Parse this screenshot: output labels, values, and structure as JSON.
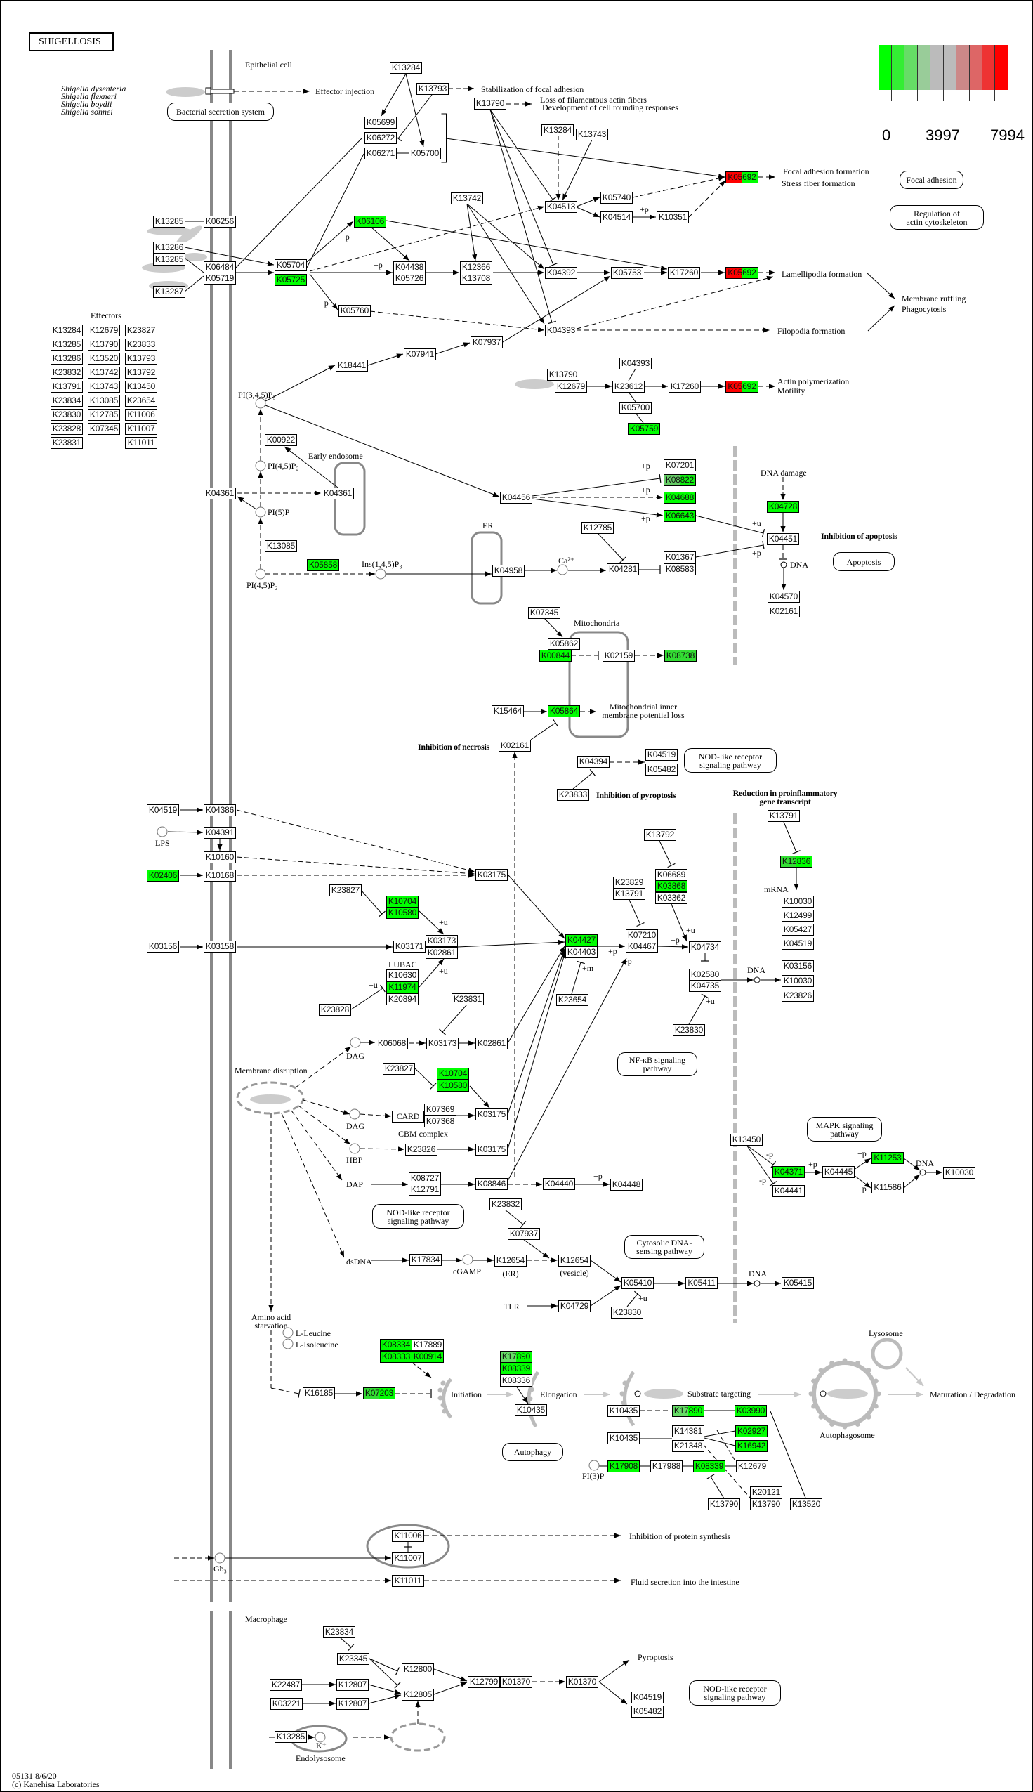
{
  "title": "SHIGELLOSIS",
  "legend": {
    "colors": [
      "#00ff00",
      "#33ee33",
      "#66dd66",
      "#99cc99",
      "#bbbbbb",
      "#bbbbbb",
      "#cc8888",
      "#dd6666",
      "#ee3333",
      "#ff0000"
    ],
    "ticks": [
      "0",
      "3997",
      "7994"
    ]
  },
  "species": [
    "Shigella dysenteria",
    "Shigella flexneri",
    "Shigella boydii",
    "Shigella sonnei"
  ],
  "effectors": {
    "title": "Effectors",
    "columns": [
      [
        "K13284",
        "K13285",
        "K13286",
        "K23832",
        "K13791",
        "K23834",
        "K23830",
        "K23828",
        "K23831"
      ],
      [
        "K12679",
        "K13790",
        "K13520",
        "K13742",
        "K13743",
        "K13085",
        "K12785",
        "K07345"
      ],
      [
        "K23827",
        "K23833",
        "K13793",
        "K13792",
        "K13450",
        "K23654",
        "K11006",
        "K11007",
        "K11011"
      ]
    ]
  },
  "nodes": [
    {
      "label": "K13285"
    },
    {
      "label": "K06256"
    },
    {
      "label": "K13286"
    },
    {
      "label": "K13285"
    },
    {
      "label": "K06484"
    },
    {
      "label": "K05719"
    },
    {
      "label": "K13287"
    },
    {
      "label": "K05704"
    },
    {
      "label": "K05725",
      "fill": "#00ff00"
    },
    {
      "label": "K13284"
    },
    {
      "label": "K13793"
    },
    {
      "label": "K13790"
    },
    {
      "label": "K05699"
    },
    {
      "label": "K06272"
    },
    {
      "label": "K06271"
    },
    {
      "label": "K05700"
    },
    {
      "label": "K13284"
    },
    {
      "label": "K13743"
    },
    {
      "label": "K04513"
    },
    {
      "label": "K05740"
    },
    {
      "label": "K04514"
    },
    {
      "label": "K10351"
    },
    {
      "label": "K05692",
      "fill": [
        "#ff0000",
        "#00ff00"
      ]
    },
    {
      "label": "K13742"
    },
    {
      "label": "K06106",
      "fill": "#00ff00"
    },
    {
      "label": "K04438"
    },
    {
      "label": "K05726"
    },
    {
      "label": "K12366"
    },
    {
      "label": "K13708"
    },
    {
      "label": "K04392"
    },
    {
      "label": "K05753"
    },
    {
      "label": "K17260"
    },
    {
      "label": "K05692",
      "fill": [
        "#ff0000",
        "#00ff00"
      ]
    },
    {
      "label": "K05760"
    },
    {
      "label": "K04393"
    },
    {
      "label": "K07937"
    },
    {
      "label": "K07941"
    },
    {
      "label": "K18441"
    },
    {
      "label": "K04393"
    },
    {
      "label": "K13790"
    },
    {
      "label": "K12679"
    },
    {
      "label": "K23612"
    },
    {
      "label": "K17260"
    },
    {
      "label": "K05692",
      "fill": [
        "#ff0000",
        "#00ff00"
      ]
    },
    {
      "label": "K05700"
    },
    {
      "label": "K05759",
      "fill": "#00ff00"
    },
    {
      "label": "K00922"
    },
    {
      "label": "K04361"
    },
    {
      "label": "K04361"
    },
    {
      "label": "K13085"
    },
    {
      "label": "K05858",
      "fill": "#00ff00"
    },
    {
      "label": "K04456"
    },
    {
      "label": "K07201"
    },
    {
      "label": "K08822",
      "fill": [
        "#66cc66",
        "#11ee11"
      ]
    },
    {
      "label": "K04688",
      "fill": "#00ff00"
    },
    {
      "label": "K06643",
      "fill": "#00ff00"
    },
    {
      "label": "K04958"
    },
    {
      "label": "K12785"
    },
    {
      "label": "K04281"
    },
    {
      "label": "K01367"
    },
    {
      "label": "K08583"
    },
    {
      "label": "K04728",
      "fill": "#00ff00"
    },
    {
      "label": "K04451"
    },
    {
      "label": "K04570"
    },
    {
      "label": "K02161"
    },
    {
      "label": "K07345"
    },
    {
      "label": "K05862"
    },
    {
      "label": "K00844",
      "fill": "#00ff00"
    },
    {
      "label": "K02159"
    },
    {
      "label": "K08738",
      "fill": "#33dd33"
    },
    {
      "label": "K15464"
    },
    {
      "label": "K05864",
      "fill": "#00ff00"
    },
    {
      "label": "K02161"
    },
    {
      "label": "K04394"
    },
    {
      "label": "K04519"
    },
    {
      "label": "K05482"
    },
    {
      "label": "K23833"
    },
    {
      "label": "K04519"
    },
    {
      "label": "K04386"
    },
    {
      "label": "K04391"
    },
    {
      "label": "K10160"
    },
    {
      "label": "K02406",
      "fill": "#00ff00"
    },
    {
      "label": "K10168"
    },
    {
      "label": "K03175"
    },
    {
      "label": "K23827"
    },
    {
      "label": "K10704",
      "fill": "#00ff00"
    },
    {
      "label": "K10580",
      "fill": "#00ff00"
    },
    {
      "label": "K03156"
    },
    {
      "label": "K03158"
    },
    {
      "label": "K03171"
    },
    {
      "label": "K03173"
    },
    {
      "label": "K02861"
    },
    {
      "label": "K10630"
    },
    {
      "label": "K11974",
      "fill": "#00ff00"
    },
    {
      "label": "K20894"
    },
    {
      "label": "K23828"
    },
    {
      "label": "K23831"
    },
    {
      "label": "K13792"
    },
    {
      "label": "K06689"
    },
    {
      "label": "K03868",
      "fill": "#00ff00"
    },
    {
      "label": "K03362"
    },
    {
      "label": "K23829"
    },
    {
      "label": "K13791"
    },
    {
      "label": "K07210"
    },
    {
      "label": "K04467"
    },
    {
      "label": "K04427",
      "fill": "#00ff00"
    },
    {
      "label": "K04403"
    },
    {
      "label": "K23654"
    },
    {
      "label": "K04734"
    },
    {
      "label": "K02580"
    },
    {
      "label": "K04735"
    },
    {
      "label": "K23830"
    },
    {
      "label": "K13791"
    },
    {
      "label": "K12836",
      "fill": [
        "#33dd33",
        "#00ff00"
      ]
    },
    {
      "label": "K10030"
    },
    {
      "label": "K12499"
    },
    {
      "label": "K05427"
    },
    {
      "label": "K04519"
    },
    {
      "label": "K03156"
    },
    {
      "label": "K10030"
    },
    {
      "label": "K23826"
    },
    {
      "label": "K06068"
    },
    {
      "label": "K03173"
    },
    {
      "label": "K02861"
    },
    {
      "label": "K23827"
    },
    {
      "label": "K10704",
      "fill": "#00ff00"
    },
    {
      "label": "K10580",
      "fill": "#00ff00"
    },
    {
      "label": "CARD"
    },
    {
      "label": "K07369"
    },
    {
      "label": "K07368"
    },
    {
      "label": "K03175"
    },
    {
      "label": "K23826"
    },
    {
      "label": "K03175"
    },
    {
      "label": "K08727"
    },
    {
      "label": "K12791"
    },
    {
      "label": "K08846"
    },
    {
      "label": "K04440"
    },
    {
      "label": "K04448"
    },
    {
      "label": "K13450"
    },
    {
      "label": "K04371",
      "fill": "#00ff00"
    },
    {
      "label": "K04441"
    },
    {
      "label": "K04445"
    },
    {
      "label": "K11253",
      "fill": "#00ff00"
    },
    {
      "label": "K11586"
    },
    {
      "label": "K10030"
    },
    {
      "label": "K23832"
    },
    {
      "label": "K07937"
    },
    {
      "label": "K17834"
    },
    {
      "label": "K12654"
    },
    {
      "label": "K12654"
    },
    {
      "label": "K04729"
    },
    {
      "label": "K05410"
    },
    {
      "label": "K05411"
    },
    {
      "label": "K23830"
    },
    {
      "label": "K05415"
    },
    {
      "label": "K08334",
      "fill": "#00ff00"
    },
    {
      "label": "K17889"
    },
    {
      "label": "K08333",
      "fill": "#00ff00"
    },
    {
      "label": "K00914",
      "fill": "#00ff00"
    },
    {
      "label": "K16185"
    },
    {
      "label": "K07203",
      "fill": [
        "#33dd33",
        "#00ff00"
      ]
    },
    {
      "label": "K17890",
      "fill": [
        "#66dd66",
        "#00ff00"
      ]
    },
    {
      "label": "K08339",
      "fill": "#00ff00"
    },
    {
      "label": "K08336"
    },
    {
      "label": "K10435"
    },
    {
      "label": "K10435"
    },
    {
      "label": "K17890",
      "fill": [
        "#66dd66",
        "#00ff00"
      ]
    },
    {
      "label": "K03990",
      "fill": "#00ff00"
    },
    {
      "label": "K10435"
    },
    {
      "label": "K14381"
    },
    {
      "label": "K21348"
    },
    {
      "label": "K02927",
      "fill": "#00ff00"
    },
    {
      "label": "K16942",
      "fill": "#00ff00"
    },
    {
      "label": "K17908",
      "fill": "#00ff00"
    },
    {
      "label": "K17988"
    },
    {
      "label": "K08339",
      "fill": "#00ff00"
    },
    {
      "label": "K12679"
    },
    {
      "label": "K13790"
    },
    {
      "label": "K20121"
    },
    {
      "label": "K13790"
    },
    {
      "label": "K13520"
    },
    {
      "label": "K11006"
    },
    {
      "label": "K11007"
    },
    {
      "label": "K11011"
    },
    {
      "label": "K23834"
    },
    {
      "label": "K23345"
    },
    {
      "label": "K12800"
    },
    {
      "label": "K12805"
    },
    {
      "label": "K22487"
    },
    {
      "label": "K12807"
    },
    {
      "label": "K03221"
    },
    {
      "label": "K12807"
    },
    {
      "label": "K12799"
    },
    {
      "label": "K01370"
    },
    {
      "label": "K01370"
    },
    {
      "label": "K04519"
    },
    {
      "label": "K05482"
    },
    {
      "label": "K13285"
    }
  ],
  "compounds": [
    {
      "label": "PI(3,4,5)P₃"
    },
    {
      "label": "PI(4,5)P₂"
    },
    {
      "label": "PI(5)P"
    },
    {
      "label": "PI(4,5)P₂"
    },
    {
      "label": "Ins(1,4,5)P₃"
    },
    {
      "label": "Ca²⁺"
    },
    {
      "label": "DNA"
    },
    {
      "label": "LPS"
    },
    {
      "label": "DNA"
    },
    {
      "label": "DAG"
    },
    {
      "label": "DAG"
    },
    {
      "label": "HBP"
    },
    {
      "label": "DNA"
    },
    {
      "label": "cGAMP"
    },
    {
      "label": "DNA"
    },
    {
      "label": "L-Leucine"
    },
    {
      "label": "L-Isoleucine"
    },
    {
      "label": "PI(3)P"
    },
    {
      "label": "Gb₃"
    },
    {
      "label": "K⁺"
    }
  ],
  "pathway_links": [
    {
      "label": "Bacterial secretion system"
    },
    {
      "label": "Focal adhesion"
    },
    {
      "label": "Regulation of\nactin cytoskeleton"
    },
    {
      "label": "Apoptosis"
    },
    {
      "label": "NOD-like receptor\nsignaling pathway"
    },
    {
      "label": "NF-κB signaling\npathway"
    },
    {
      "label": "MAPK signaling\npathway"
    },
    {
      "label": "NOD-like receptor\nsignaling pathway"
    },
    {
      "label": "Cytosolic DNA-\nsensing pathway"
    },
    {
      "label": "Autophagy"
    },
    {
      "label": "NOD-like receptor\nsignaling pathway"
    }
  ],
  "labels": [
    "Epithelial cell",
    "Effector injection",
    "Stabilization of focal adhesion",
    "Loss of filamentous actin fibers",
    "Development of cell rounding responses",
    "Focal adhesion formation",
    "Stress fiber formation",
    "Lamellipodia formation",
    "Membrane ruffling",
    "Phagocytosis",
    "Filopodia formation",
    "Actin polymerization",
    "Motility",
    "Early endosome",
    "ER",
    "DNA damage",
    "Mitochondria",
    "Mitochondrial inner\nmembrane potential loss",
    "LUBAC",
    "mRNA",
    "Membrane disruption",
    "CBM complex",
    "(ER)",
    "(vesicle)",
    "TLR",
    "Amino acid\nstarvation",
    "Initiation",
    "Elongation",
    "Substrate targeting",
    "Maturation / Degradation",
    "Lysosome",
    "Autophagosome",
    "Inhibition of protein synthesis",
    "Fluid secretion into the intestine",
    "Macrophage",
    "Pyroptosis",
    "Endolysosome",
    "dsDNA",
    "DAP"
  ],
  "bold_labels": [
    "Inhibition of apoptosis",
    "Inhibition of necrosis",
    "Inhibition of pyroptosis",
    "Reduction in proinflammatory\ngene transcript"
  ],
  "modifiers": [
    "+p",
    "+p",
    "+p",
    "+p",
    "+p",
    "+p",
    "+p",
    "+u",
    "+p",
    "+u",
    "+u",
    "+u",
    "+u",
    "+p",
    "+p",
    "+p",
    "+m",
    "+u",
    "+p",
    "-p",
    "-p",
    "+p",
    "+p",
    "+p",
    "+u"
  ],
  "footer": {
    "map_id": "05131 8/6/20",
    "copyright": "(c) Kanehisa Laboratories"
  }
}
